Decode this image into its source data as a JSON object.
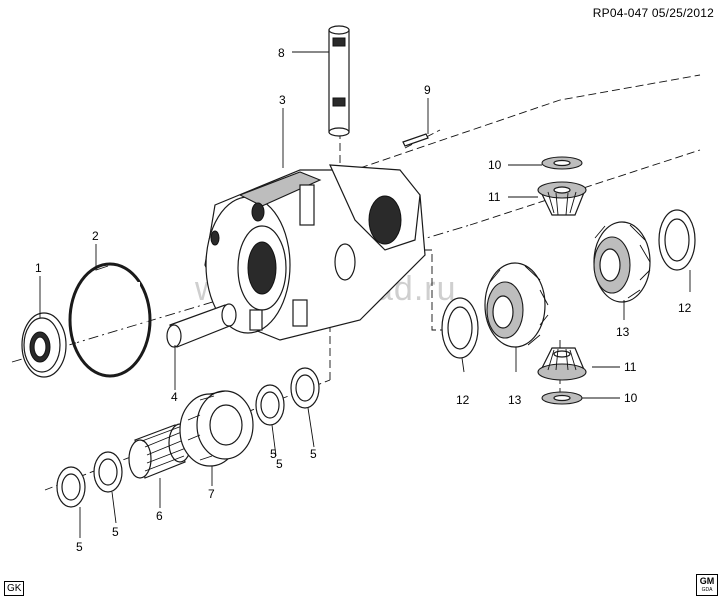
{
  "header": {
    "ref_code": "RP04-047  05/25/2012"
  },
  "watermark": "www.gmsklad.ru",
  "footer": {
    "badge_left": "GK",
    "logo_right_top": "GM",
    "logo_right_bottom": "GDA"
  },
  "callouts": [
    "1",
    "2",
    "3",
    "4",
    "5",
    "5",
    "5",
    "5",
    "5",
    "6",
    "7",
    "8",
    "9",
    "10",
    "10",
    "11",
    "11",
    "12",
    "12",
    "13",
    "13"
  ]
}
